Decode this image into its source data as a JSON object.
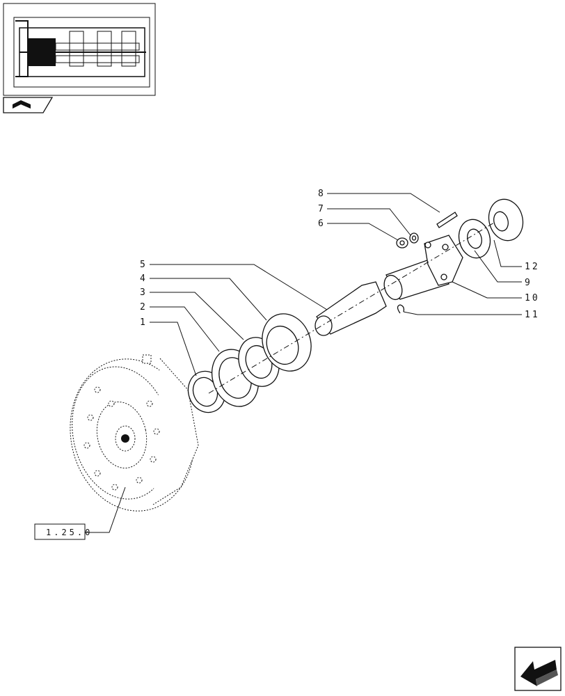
{
  "callouts": {
    "c1": "1",
    "c2": "2",
    "c3": "3",
    "c4": "4",
    "c5": "5",
    "c6": "6",
    "c7": "7",
    "c8": "8",
    "c9": "9",
    "c10": "10",
    "c11": "11",
    "c12": "12"
  },
  "reference_box": {
    "label": "1.25.0"
  },
  "icons": {
    "thumbnail": "transmission-section-thumbnail",
    "book": "open-book-icon",
    "nav": "previous-page-arrow-icon"
  }
}
